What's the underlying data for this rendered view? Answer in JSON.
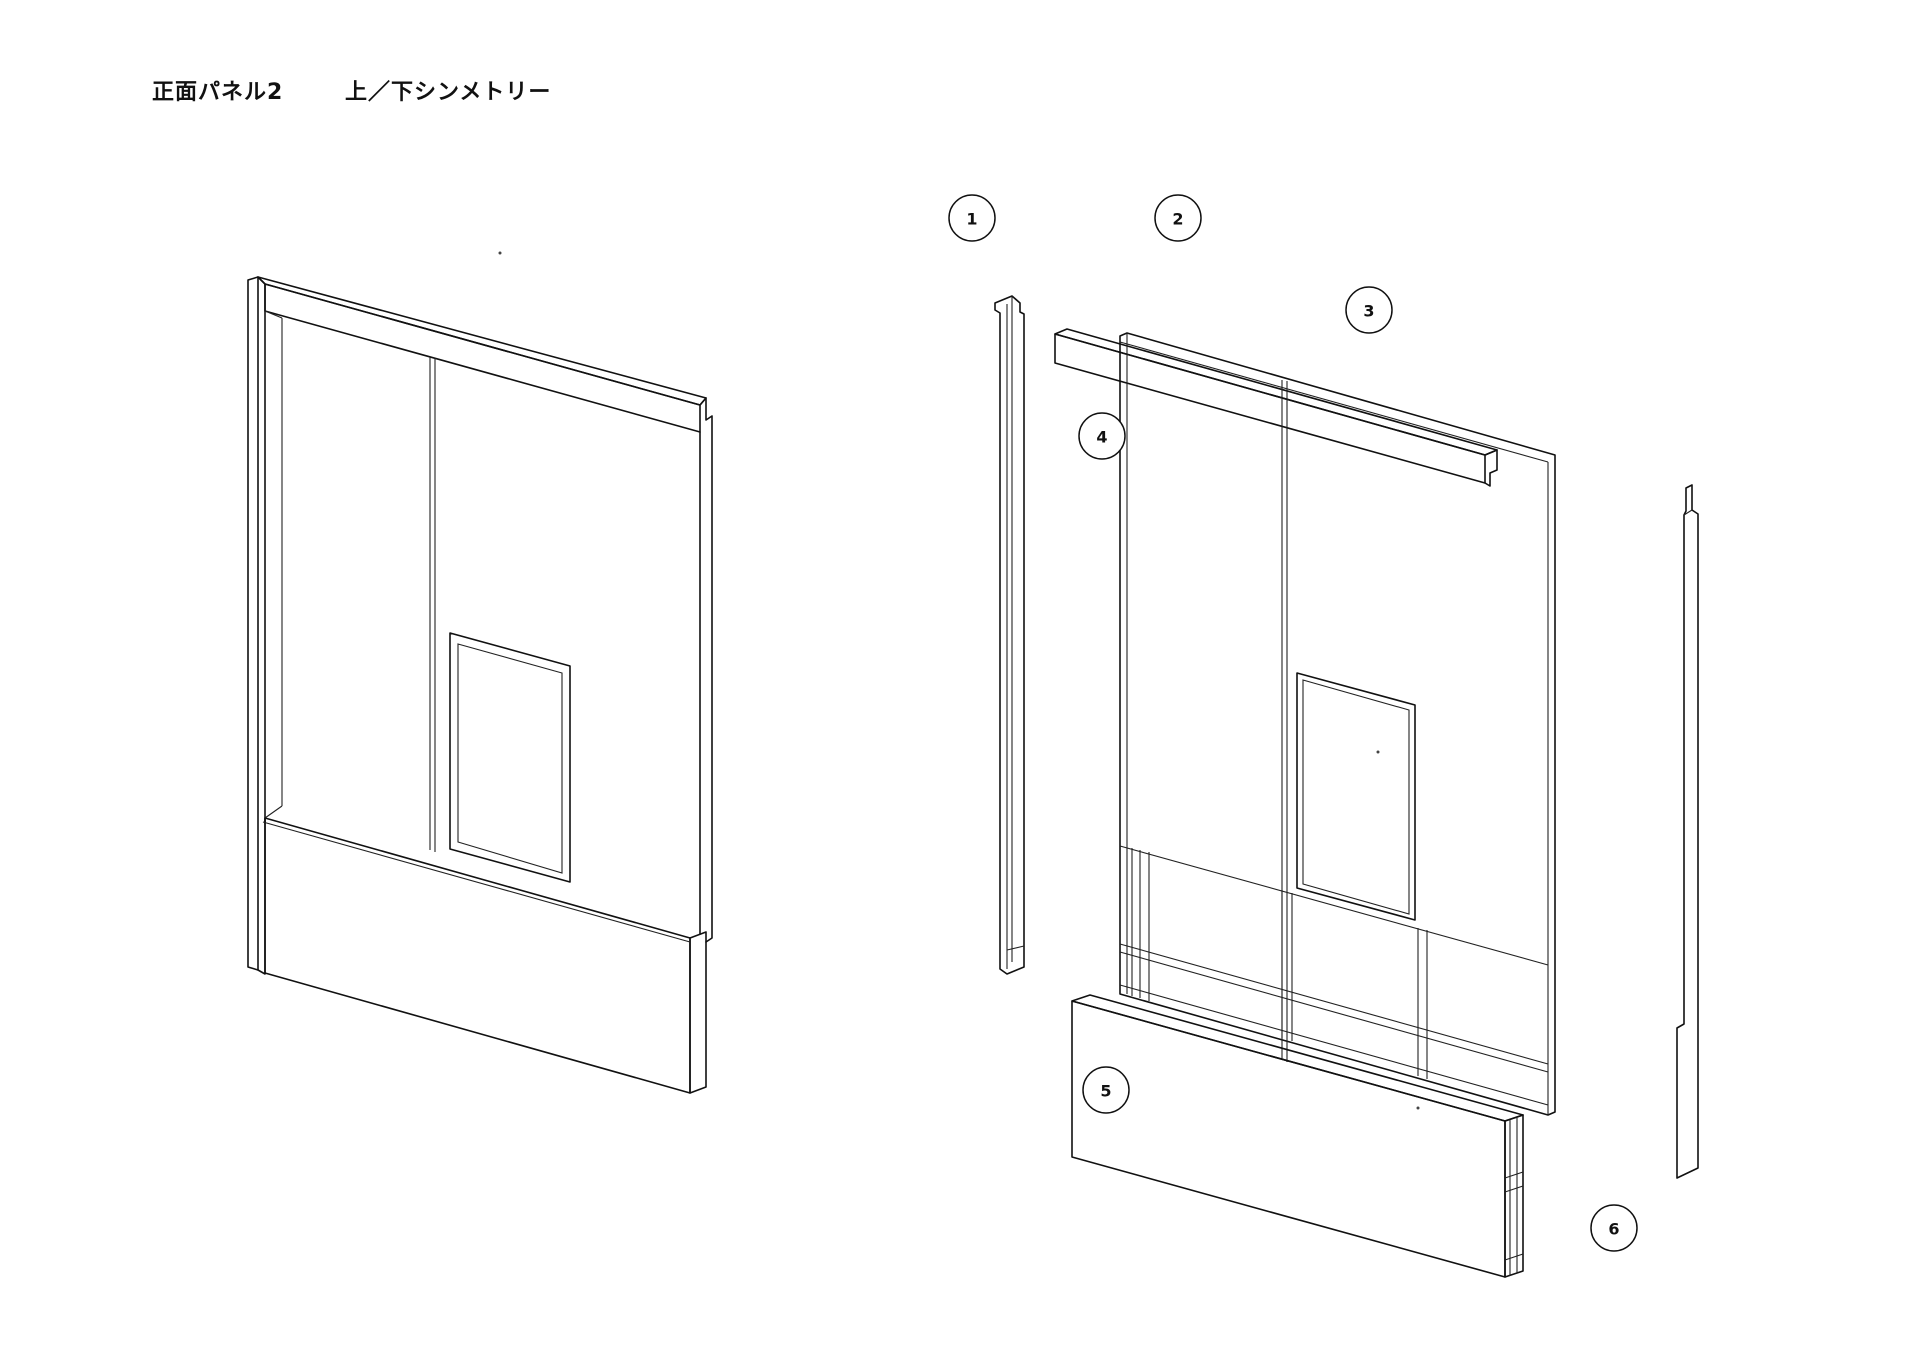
{
  "drawing": {
    "title": "正面パネル2",
    "subtitle": "上／下シンメトリー"
  },
  "callouts": [
    {
      "id": "c1",
      "label": "1"
    },
    {
      "id": "c2",
      "label": "2"
    },
    {
      "id": "c3",
      "label": "3"
    },
    {
      "id": "c4",
      "label": "4"
    },
    {
      "id": "c5",
      "label": "5"
    },
    {
      "id": "c6",
      "label": "6"
    }
  ]
}
